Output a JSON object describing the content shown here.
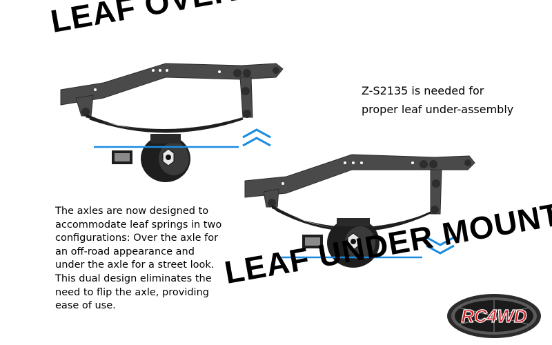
{
  "titles": {
    "over": "LEAF OVER MOUNTED",
    "under": "LEAF UNDER MOUNTED"
  },
  "note": {
    "lines": [
      "Z-S2135 is needed for",
      "proper leaf under-assembly"
    ]
  },
  "description": {
    "lines": [
      "The axles are now designed to",
      "accommodate leaf springs in two",
      "configurations: Over the axle for",
      "an off-road appearance and",
      "under the axle for a street look.",
      "This dual design eliminates the",
      "need to flip the axle, providing",
      "ease of use."
    ]
  },
  "logo": {
    "text": "RC4WD"
  },
  "colors": {
    "frame": "#4a4a4a",
    "frame_dark": "#2d2d2d",
    "axle": "#1e1e1e",
    "accent_blue": "#1a8ce0",
    "logo_red": "#d21f26"
  },
  "indicators": {
    "over": "chevron-up",
    "under": "chevron-down"
  }
}
